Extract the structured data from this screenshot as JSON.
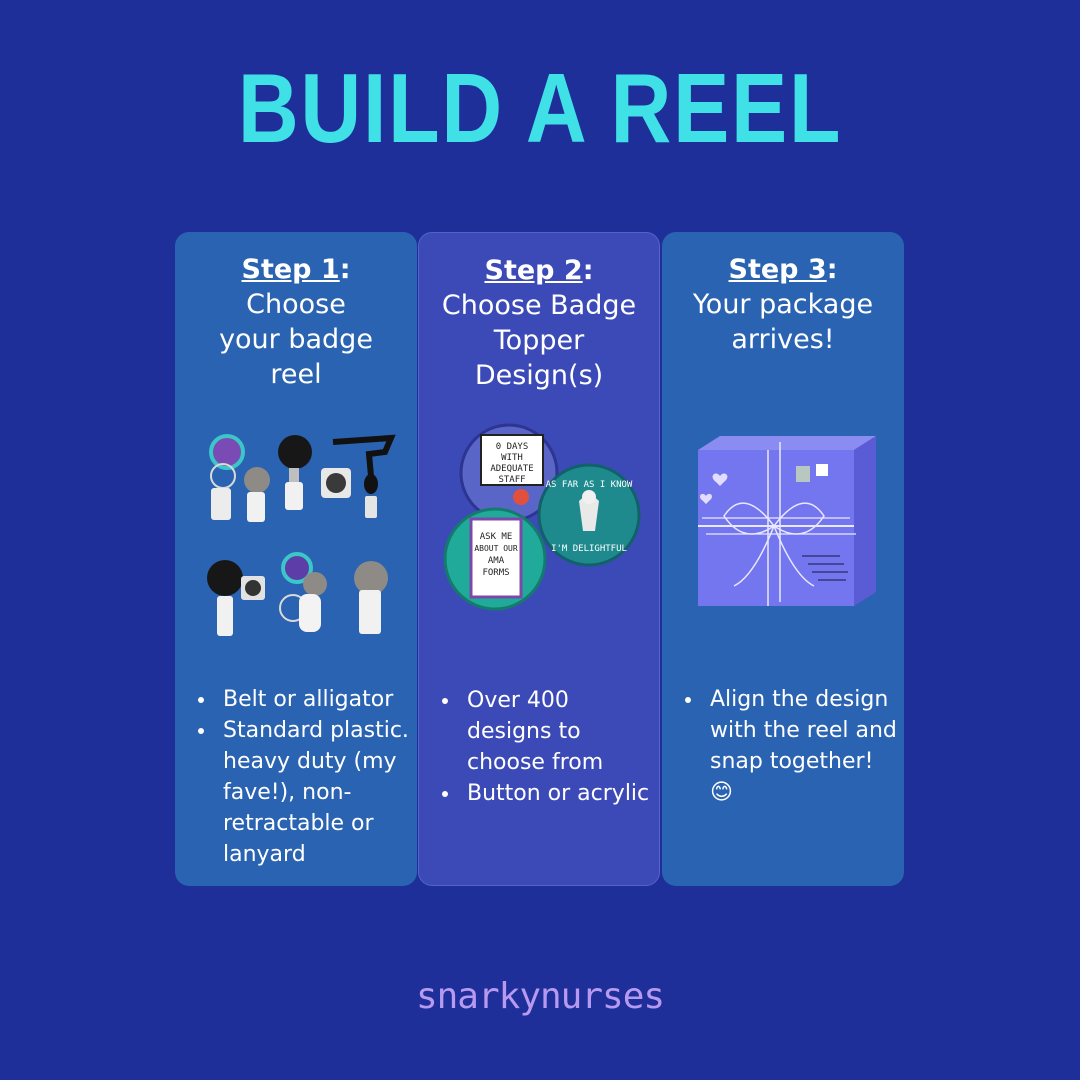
{
  "title": "BUILD A REEL",
  "steps": [
    {
      "step_label": "Step 1",
      "colon": ":",
      "heading_lines": [
        "Choose",
        "your badge",
        "reel"
      ],
      "bullets": [
        "Belt or alligator",
        "Standard plastic. heavy duty (my fave!), non-retractable or lanyard"
      ]
    },
    {
      "step_label": "Step 2",
      "colon": ":",
      "heading_lines": [
        "Choose Badge",
        "Topper",
        "Design(s)"
      ],
      "bullets": [
        "Over 400 designs to choose from",
        "Button or acrylic"
      ],
      "button_texts": {
        "button1": [
          "0 DAYS",
          "WITH",
          "ADEQUATE",
          "STAFF"
        ],
        "button2": [
          "AS FAR AS I KNOW",
          "I'M DELIGHTFUL"
        ],
        "button3": [
          "ASK ME",
          "ABOUT OUR",
          "AMA",
          "FORMS"
        ]
      }
    },
    {
      "step_label": "Step 3",
      "colon": ":",
      "heading_lines": [
        "Your package",
        "arrives!"
      ],
      "bullets": [
        "Align the design with the reel and snap together! 😊"
      ]
    }
  ],
  "brand": "snarkynurses",
  "colors": {
    "background": "#1f2f99",
    "title": "#3fe0e6",
    "card_blue": "#2a63b2",
    "card_purple": "#3c4ab8",
    "package": "#7476f0"
  }
}
